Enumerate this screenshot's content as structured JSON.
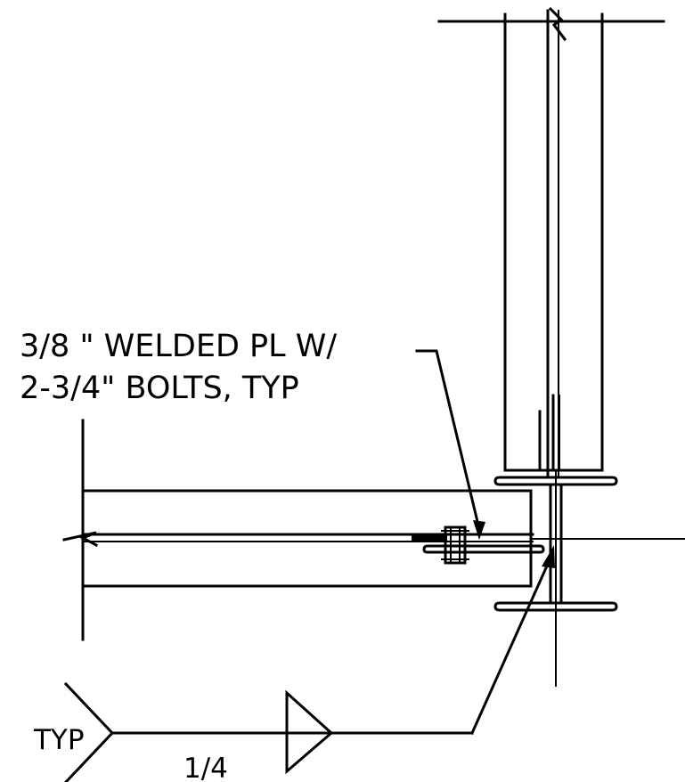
{
  "callout": {
    "line1": "3/8 \" WELDED PL W/",
    "line2": "2-3/4\" BOLTS, TYP"
  },
  "weld_symbol": {
    "tail": "TYP",
    "size": "1/4"
  },
  "colors": {
    "line": "#000000",
    "background": "#ffffff"
  }
}
